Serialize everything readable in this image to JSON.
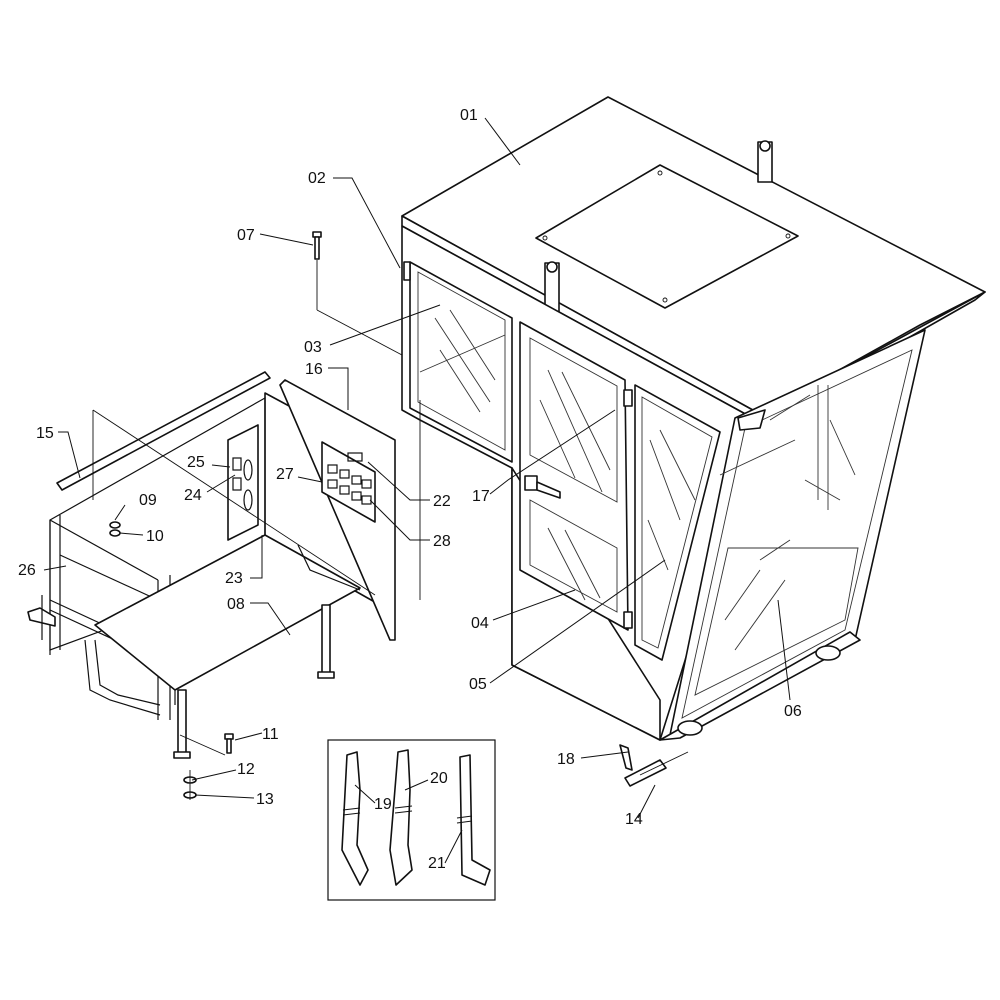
{
  "callouts": [
    {
      "id": "01",
      "text": "01"
    },
    {
      "id": "02",
      "text": "02"
    },
    {
      "id": "03",
      "text": "03"
    },
    {
      "id": "04",
      "text": "04"
    },
    {
      "id": "05",
      "text": "05"
    },
    {
      "id": "06",
      "text": "06"
    },
    {
      "id": "07",
      "text": "07"
    },
    {
      "id": "08",
      "text": "08"
    },
    {
      "id": "09",
      "text": "09"
    },
    {
      "id": "10",
      "text": "10"
    },
    {
      "id": "11",
      "text": "11"
    },
    {
      "id": "12",
      "text": "12"
    },
    {
      "id": "13",
      "text": "13"
    },
    {
      "id": "14",
      "text": "14"
    },
    {
      "id": "15",
      "text": "15"
    },
    {
      "id": "16",
      "text": "16"
    },
    {
      "id": "17",
      "text": "17"
    },
    {
      "id": "18",
      "text": "18"
    },
    {
      "id": "19",
      "text": "19"
    },
    {
      "id": "20",
      "text": "20"
    },
    {
      "id": "21",
      "text": "21"
    },
    {
      "id": "22",
      "text": "22"
    },
    {
      "id": "23",
      "text": "23"
    },
    {
      "id": "24",
      "text": "24"
    },
    {
      "id": "25",
      "text": "25"
    },
    {
      "id": "26",
      "text": "26"
    },
    {
      "id": "27",
      "text": "27"
    },
    {
      "id": "28",
      "text": "28"
    }
  ]
}
